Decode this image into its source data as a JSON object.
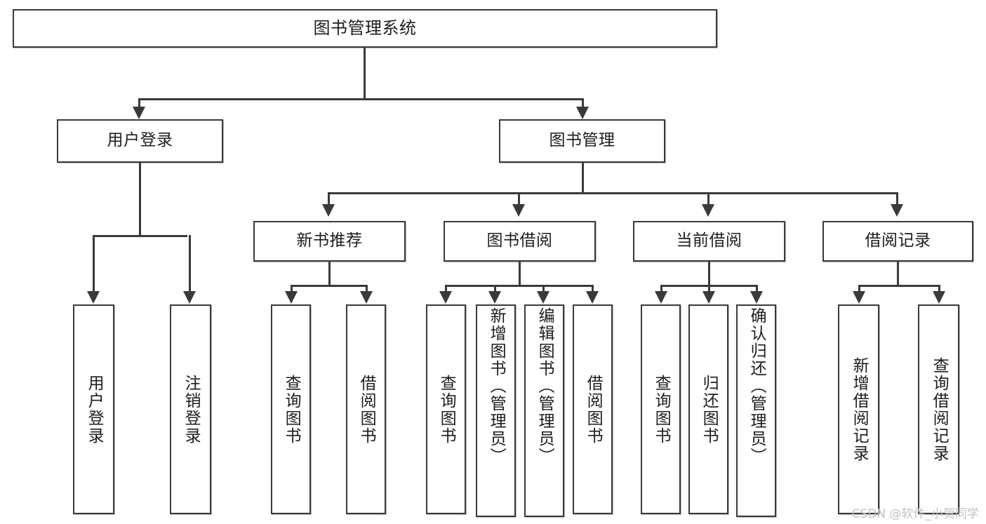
{
  "diagram": {
    "title": "图书管理系统",
    "type": "tree-hierarchy-diagram",
    "watermark": "CSDN @软件_小贺同学",
    "accent_border_color": "#3a3a3a",
    "background_color": "#ffffff",
    "levels": {
      "root": {
        "label": "图书管理系统"
      },
      "level1": [
        {
          "label": "用户登录"
        },
        {
          "label": "图书管理"
        }
      ],
      "level2": [
        {
          "label": "新书推荐"
        },
        {
          "label": "图书借阅"
        },
        {
          "label": "当前借阅"
        },
        {
          "label": "借阅记录"
        }
      ],
      "leaves": {
        "user_login": [
          {
            "label": "用户登录"
          },
          {
            "label": "注销登录"
          }
        ],
        "new_book_recommend": [
          {
            "label": "查询图书"
          },
          {
            "label": "借阅图书"
          }
        ],
        "book_borrow": [
          {
            "label": "查询图书"
          },
          {
            "label": "新增图书（管理员）"
          },
          {
            "label": "编辑图书（管理员）"
          },
          {
            "label": "借阅图书"
          }
        ],
        "current_borrow": [
          {
            "label": "查询图书"
          },
          {
            "label": "归还图书"
          },
          {
            "label": "确认归还（管理员）"
          }
        ],
        "borrow_record": [
          {
            "label": "新增借阅记录"
          },
          {
            "label": "查询借阅记录"
          }
        ]
      }
    }
  }
}
